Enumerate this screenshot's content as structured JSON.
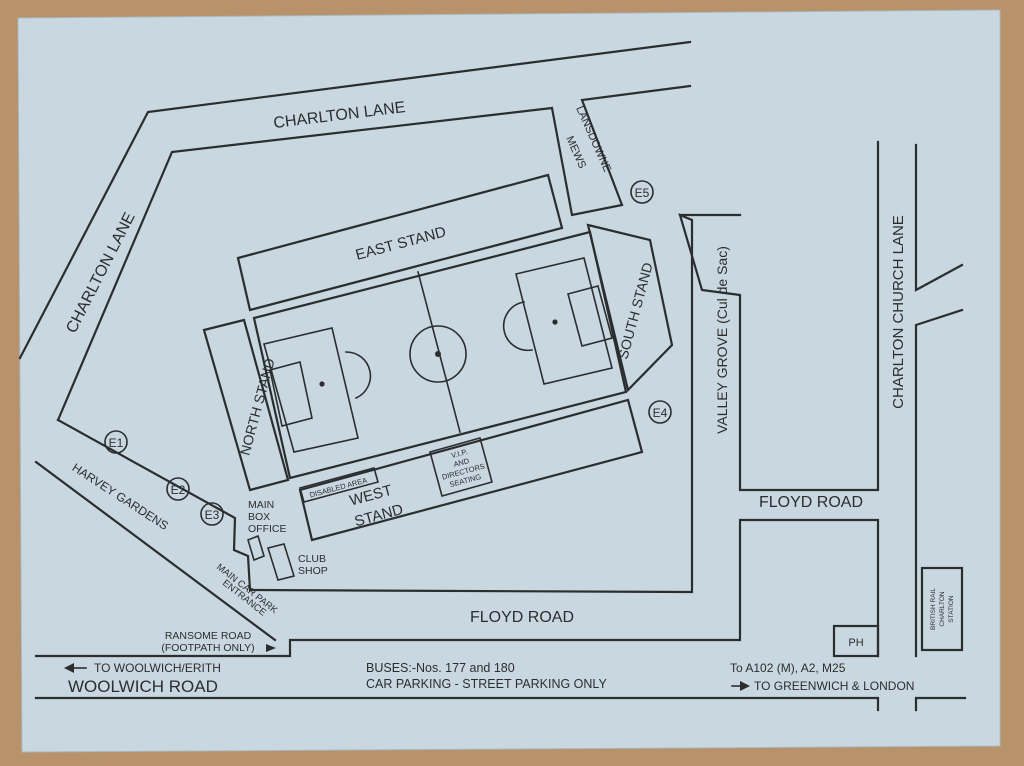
{
  "roads": {
    "charlton_lane_top": "CHARLTON LANE",
    "charlton_lane_left": "CHARLTON LANE",
    "lansdowne_mews": [
      "LANSDOWNE",
      "MEWS"
    ],
    "charlton_church_lane": "CHARLTON CHURCH LANE",
    "valley_grove": "VALLEY GROVE (Cul de Sac)",
    "floyd_road_upper": "FLOYD ROAD",
    "floyd_road_lower": "FLOYD ROAD",
    "harvey_gardens": "HARVEY GARDENS",
    "woolwich_road": "WOOLWICH ROAD",
    "ransome_road": [
      "RANSOME ROAD",
      "(FOOTPATH ONLY)"
    ]
  },
  "stands": {
    "east": "EAST STAND",
    "west": [
      "WEST",
      "STAND"
    ],
    "north": "NORTH STAND",
    "south": "SOUTH STAND",
    "disabled_area": "DISABLED AREA",
    "vip": [
      "V.I.P.",
      "AND",
      "DIRECTORS",
      "SEATING"
    ]
  },
  "entrances": [
    "E1",
    "E2",
    "E3",
    "E4",
    "E5"
  ],
  "facilities": {
    "box_office": [
      "MAIN",
      "BOX",
      "OFFICE"
    ],
    "club_shop": [
      "CLUB",
      "SHOP"
    ],
    "car_park": [
      "MAIN CAR PARK",
      "ENTRANCE"
    ],
    "pub": "PH",
    "station": [
      "BRITISH RAIL",
      "CHARLTON",
      "STATION"
    ]
  },
  "directions": {
    "woolwich": "TO WOOLWICH/ERITH",
    "a102": "To A102 (M), A2, M25",
    "greenwich": "TO GREENWICH & LONDON"
  },
  "info": {
    "buses": "BUSES:-Nos. 177 and 180",
    "parking": "CAR PARKING - STREET PARKING ONLY"
  },
  "colors": {
    "card": "#c9d8e0",
    "ink": "#2b2d2f",
    "wood": "#b8926a"
  }
}
